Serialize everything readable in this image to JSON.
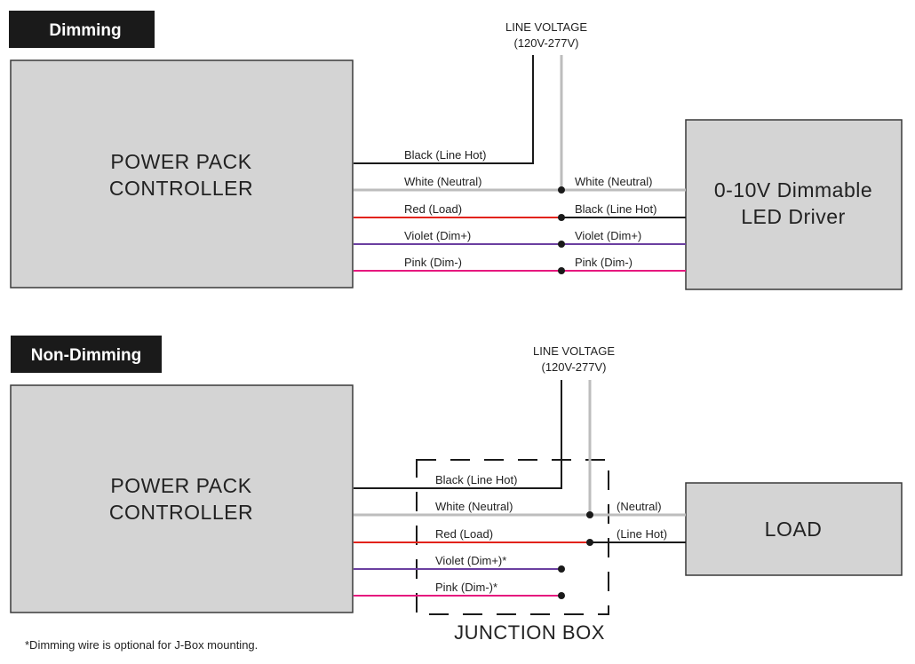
{
  "colors": {
    "box_fill": "#d4d4d4",
    "box_stroke": "#3a3a3a",
    "header_bg": "#1a1a1a",
    "black_wire": "#1a1a1a",
    "white_wire": "#bdbdbd",
    "red_wire": "#e2231a",
    "violet_wire": "#6b3fa0",
    "pink_wire": "#e6187e"
  },
  "dimming": {
    "header": "Dimming",
    "line_voltage": "LINE VOLTAGE",
    "line_voltage_range": "(120V-277V)",
    "controller_line1": "POWER  PACK",
    "controller_line2": "CONTROLLER",
    "driver_line1": "0-10V Dimmable",
    "driver_line2": "LED Driver",
    "wires_left": [
      "Black (Line Hot)",
      "White (Neutral)",
      "Red (Load)",
      "Violet (Dim+)",
      "Pink (Dim-)"
    ],
    "wires_right": [
      "White (Neutral)",
      "Black (Line Hot)",
      "Violet (Dim+)",
      "Pink (Dim-)"
    ]
  },
  "non_dimming": {
    "header": "Non-Dimming",
    "line_voltage": "LINE VOLTAGE",
    "line_voltage_range": "(120V-277V)",
    "controller_line1": "POWER  PACK",
    "controller_line2": "CONTROLLER",
    "load": "LOAD",
    "wires_left": [
      "Black (Line Hot)",
      "White (Neutral)",
      "Red (Load)",
      "Violet (Dim+)*",
      "Pink (Dim-)*"
    ],
    "wires_right": [
      "(Neutral)",
      "(Line Hot)"
    ],
    "junction_box": "JUNCTION BOX"
  },
  "footnote": "*Dimming wire is optional for J-Box mounting."
}
